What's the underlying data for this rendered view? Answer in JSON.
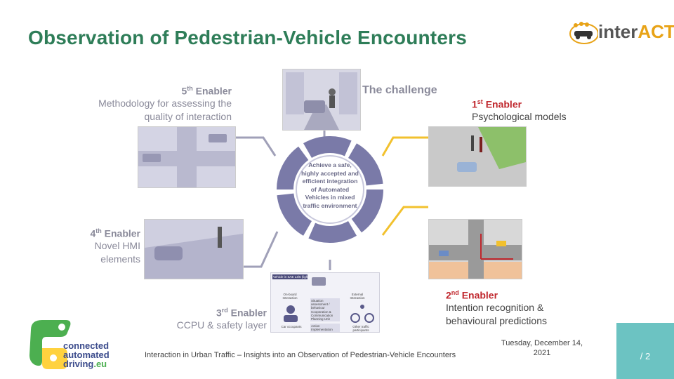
{
  "slide": {
    "title": "Observation of Pedestrian-Vehicle Encounters"
  },
  "logo_top": {
    "text_inter": "inter",
    "text_act": "ACT"
  },
  "challenge": {
    "label": "The challenge"
  },
  "center": {
    "text": "Achieve a safe, highly accepted and efficient integration of Automated Vehicles in mixed traffic environment"
  },
  "enablers": {
    "e5": {
      "num": "5",
      "sup": "th",
      "word": "Enabler",
      "desc": [
        "Methodology for assessing the",
        "quality of interaction"
      ]
    },
    "e1": {
      "num": "1",
      "sup": "st",
      "word": "Enabler",
      "desc": [
        "Psychological models"
      ]
    },
    "e4": {
      "num": "4",
      "sup": "th",
      "word": "Enabler",
      "desc": [
        "Novel HMI",
        "elements"
      ]
    },
    "e2": {
      "num": "2",
      "sup": "nd",
      "word": "Enabler",
      "desc": [
        "Intention recognition &",
        "behavioural predictions"
      ]
    },
    "e3": {
      "num": "3",
      "sup": "rd",
      "word": "Enabler",
      "desc": [
        "CCPU & safety layer"
      ]
    }
  },
  "ccpu_diagram": {
    "header": "Vehicle in SAE L4/5 (light)",
    "onboard": "On-board Interaction",
    "external": "External Interaction",
    "c1": "Situation assessment / behaviour adaptation",
    "c2": "Cooperation & Communication Planning Unit",
    "c3": "Action Implementation",
    "b1": "Car occupants",
    "b2": "Other traffic participants"
  },
  "footer": {
    "caption": "Interaction in Urban Traffic – Insights into an Observation of Pedestrian-Vehicle Encounters",
    "date_line1": "Tuesday, December 14,",
    "date_line2": "2021",
    "page": "/ 2"
  },
  "logo_cad": {
    "line1": "connected",
    "line2": "automated",
    "line3": "driving",
    "line3_suffix": ".eu"
  },
  "colors": {
    "title_green": "#2e7d58",
    "enabler_red": "#c0272d",
    "ring_purple": "#7a7aa8",
    "connector_yellow": "#f2c12e",
    "connector_grey": "#a0a0b8",
    "page_box_teal": "#6cc3c2"
  }
}
